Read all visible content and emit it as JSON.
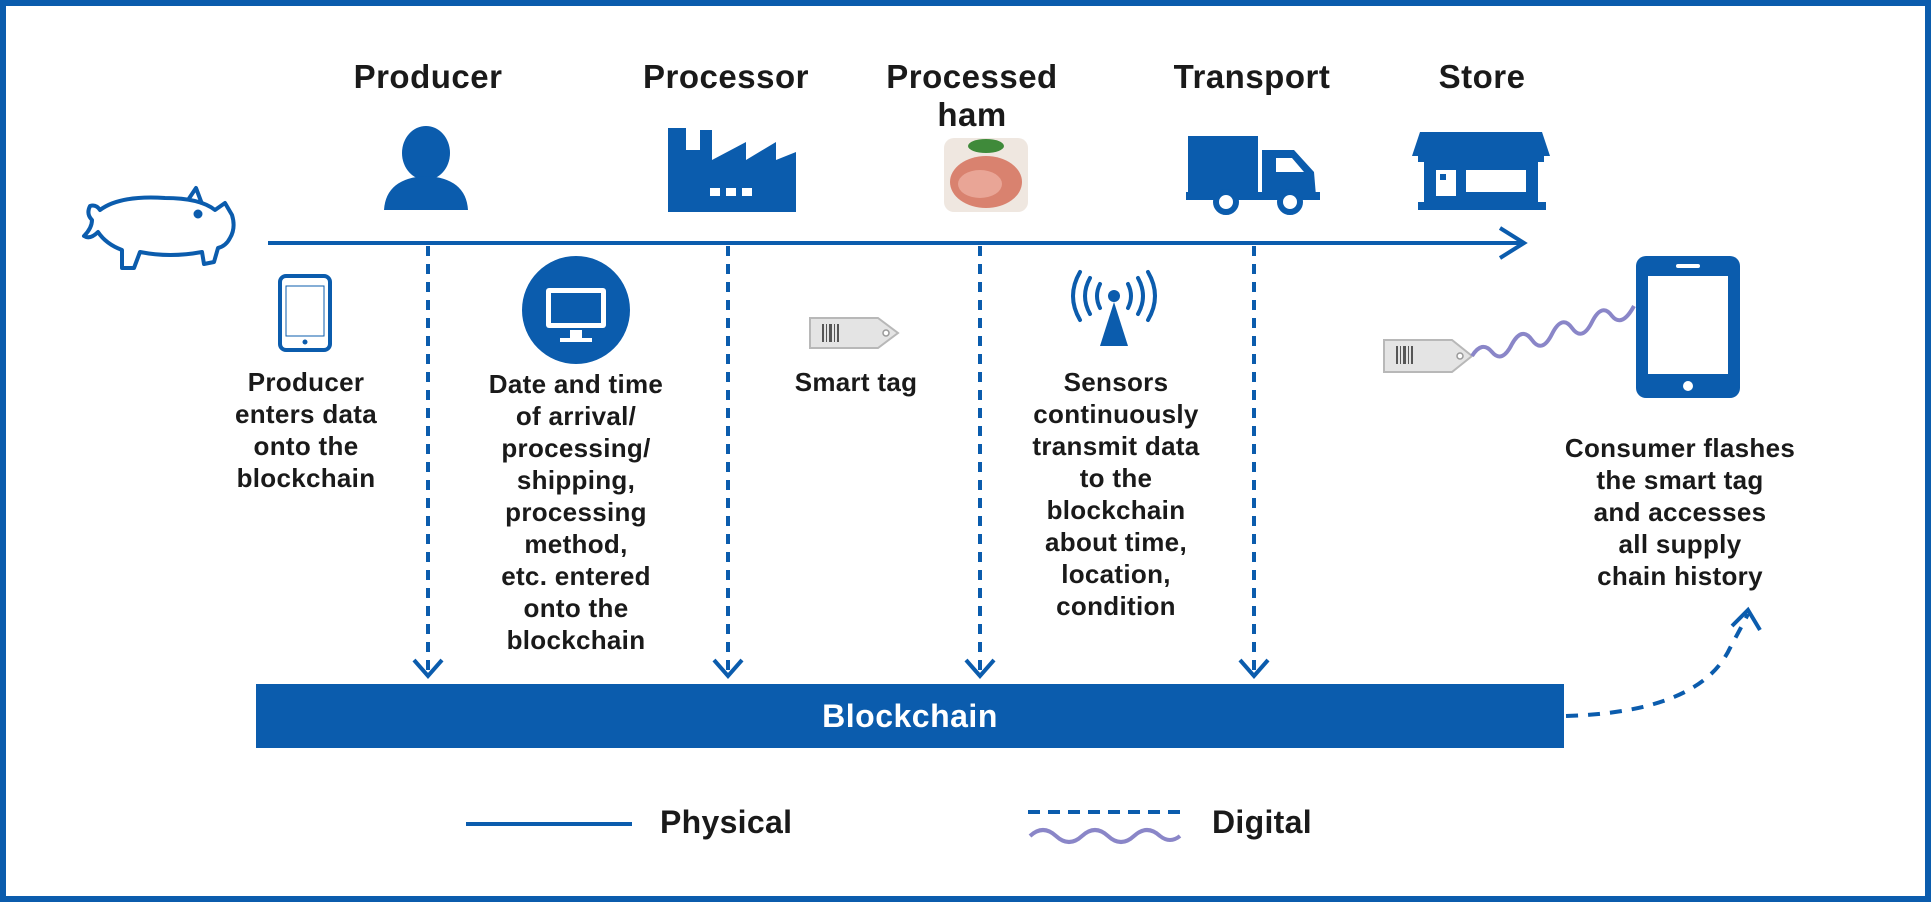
{
  "stages": [
    {
      "label": "Producer",
      "icon": "person-icon"
    },
    {
      "label": "Processor",
      "icon": "factory-icon"
    },
    {
      "label": "Processed\nham",
      "icon": "ham-package-icon"
    },
    {
      "label": "Transport",
      "icon": "truck-icon"
    },
    {
      "label": "Store",
      "icon": "store-icon"
    }
  ],
  "notes": {
    "producer": "Producer\nenters data\nonto the\nblockchain",
    "processor": "Date and time\nof arrival/\nprocessing/\nshipping,\nprocessing\nmethod,\netc. entered\nonto the\nblockchain",
    "smart_tag": "Smart tag",
    "sensors": "Sensors\ncontinuously\ntransmit data\nto the\nblockchain\nabout time,\nlocation,\ncondition",
    "consumer": "Consumer flashes\nthe smart tag\nand accesses\nall supply\nchain history"
  },
  "blockchain_label": "Blockchain",
  "legend": {
    "physical": "Physical",
    "digital": "Digital"
  },
  "colors": {
    "primary": "#0b5cad",
    "wave": "#8a86c8",
    "tag": "#d9d9d9"
  },
  "icons": [
    "pig-icon",
    "tablet-icon",
    "monitor-icon",
    "smart-tag-icon",
    "antenna-icon",
    "smartphone-icon"
  ]
}
